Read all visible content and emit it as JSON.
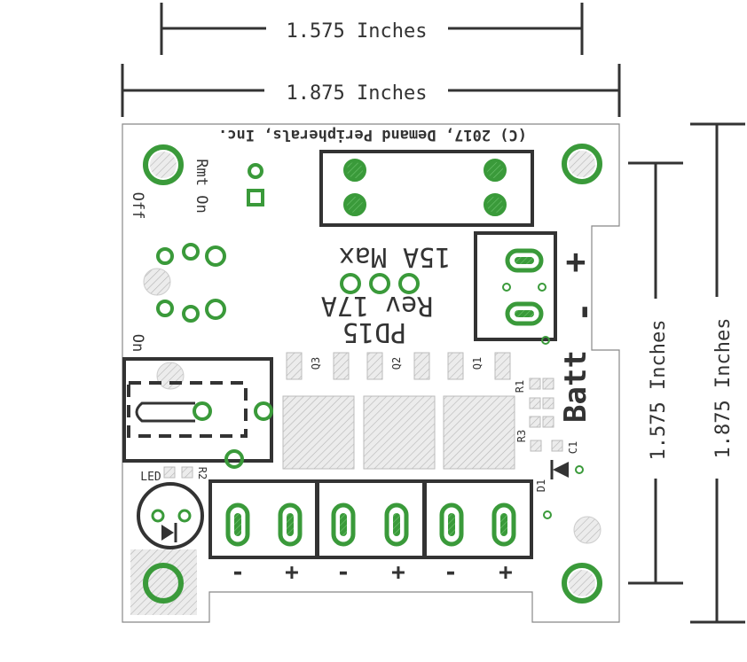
{
  "dimensions": {
    "top_inner": "1.575 Inches",
    "top_outer": "1.875 Inches",
    "right_inner": "1.575 Inches",
    "right_outer": "1.875 Inches"
  },
  "board": {
    "copyright": "(C) 2017, Demand Peripherals, Inc.",
    "title": "PD15",
    "revision": "Rev 17A",
    "max_current": "15A Max",
    "remote_on": "Rmt On",
    "off": "Off",
    "on": "On",
    "led": "LED",
    "batt": "Batt",
    "plus": "+",
    "minus": "-",
    "q1": "Q1",
    "q2": "Q2",
    "q3": "Q3",
    "r1": "R1",
    "r2": "R2",
    "r3": "R3",
    "c1": "C1",
    "d1": "D1",
    "output_labels": [
      "-",
      "+",
      "-",
      "+",
      "-",
      "+"
    ]
  },
  "colors": {
    "pad": "#3a9a3a",
    "silkscreen": "#333333",
    "outline": "#888888"
  }
}
